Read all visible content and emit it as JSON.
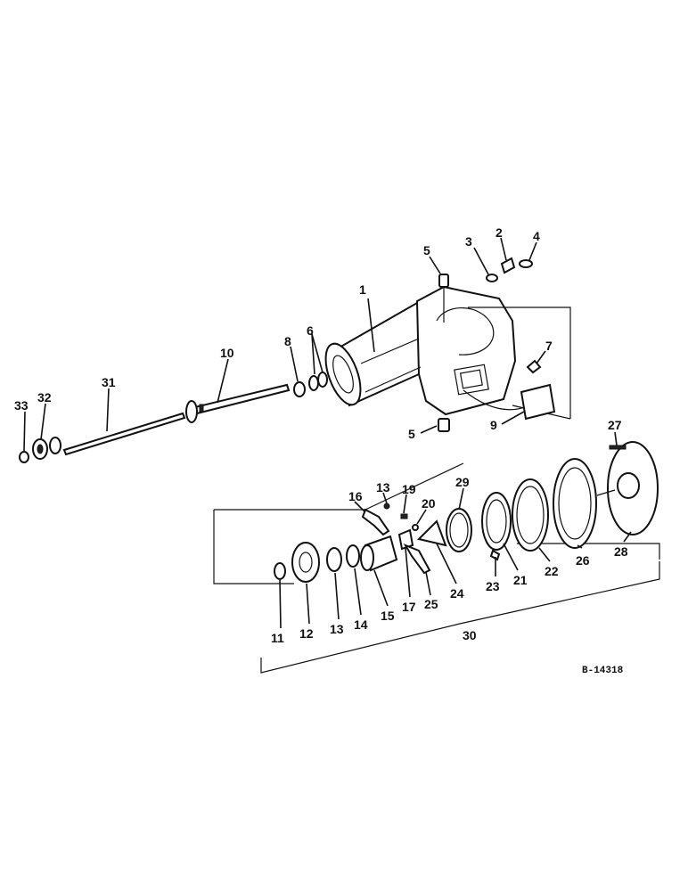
{
  "drawing_ref": "B-14318",
  "callouts": {
    "c1": "1",
    "c2": "2",
    "c3": "3",
    "c4": "4",
    "c5a": "5",
    "c5b": "5",
    "c6": "6",
    "c7": "7",
    "c8": "8",
    "c9": "9",
    "c10": "10",
    "c11": "11",
    "c12": "12",
    "c13a": "13",
    "c13b": "13",
    "c14": "14",
    "c15": "15",
    "c16": "16",
    "c17": "17",
    "c19": "19",
    "c20": "20",
    "c21": "21",
    "c22": "22",
    "c23": "23",
    "c24": "24",
    "c25": "25",
    "c26": "26",
    "c27": "27",
    "c28": "28",
    "c29": "29",
    "c30": "30",
    "c31": "31",
    "c32": "32",
    "c33": "33"
  }
}
